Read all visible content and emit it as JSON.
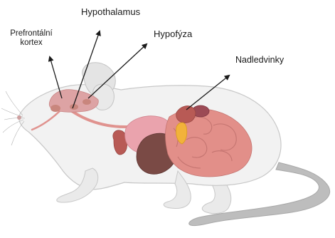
{
  "labels": {
    "hypothalamus": "Hypothalamus",
    "prefrontal_line1": "Prefrontální",
    "prefrontal_line2": "kortex",
    "hypofyza": "Hypofýza",
    "nadledvinky": "Nadledvinky"
  },
  "colors": {
    "body_fill": "#f2f2f2",
    "body_stroke": "#c8c8c8",
    "tail_fill": "#bdbdbd",
    "brain": "#dda3a4",
    "brain_region": "#c9867d",
    "spinal_cord": "#e0938f",
    "liver": "#7a4a45",
    "stomach": "#eaa3ad",
    "intestine": "#e28f89",
    "adrenal": "#f2b23a",
    "kidney": "#9c4a55",
    "heart": "#b85a55",
    "arrow": "#1a1a1a"
  }
}
